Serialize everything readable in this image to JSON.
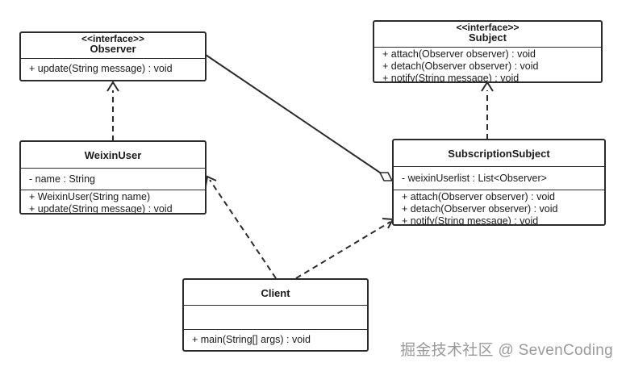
{
  "classes": {
    "observer": {
      "stereotype": "<<interface>>",
      "name": "Observer",
      "attributes": [],
      "methods": [
        "+ update(String message) : void"
      ]
    },
    "subject": {
      "stereotype": "<<interface>>",
      "name": "Subject",
      "attributes": [],
      "methods": [
        "+ attach(Observer observer) : void",
        "+ detach(Observer observer) : void",
        "+ notify(String message) : void"
      ]
    },
    "weixinuser": {
      "name": "WeixinUser",
      "attributes": [
        "- name : String"
      ],
      "methods": [
        "+ WeixinUser(String name)",
        "+ update(String message) : void"
      ]
    },
    "subscriptionsubject": {
      "name": "SubscriptionSubject",
      "attributes": [
        "- weixinUserlist : List<Observer>"
      ],
      "methods": [
        "+ attach(Observer observer) : void",
        "+ detach(Observer observer) : void",
        "+ notify(String message) : void"
      ]
    },
    "client": {
      "name": "Client",
      "attributes": [],
      "methods": [
        "+ main(String[] args) : void"
      ]
    }
  },
  "relations": [
    {
      "type": "realization",
      "from": "weixinuser",
      "to": "observer"
    },
    {
      "type": "realization",
      "from": "subscriptionsubject",
      "to": "subject"
    },
    {
      "type": "aggregation",
      "from": "observer",
      "to": "subscriptionsubject"
    },
    {
      "type": "dependency",
      "from": "client",
      "to": "weixinuser"
    },
    {
      "type": "dependency",
      "from": "client",
      "to": "subscriptionsubject"
    }
  ],
  "watermark": "掘金技术社区 @ SevenCoding",
  "colors": {
    "line": "#2b2b2b",
    "watermark": "#9a9a9a"
  }
}
